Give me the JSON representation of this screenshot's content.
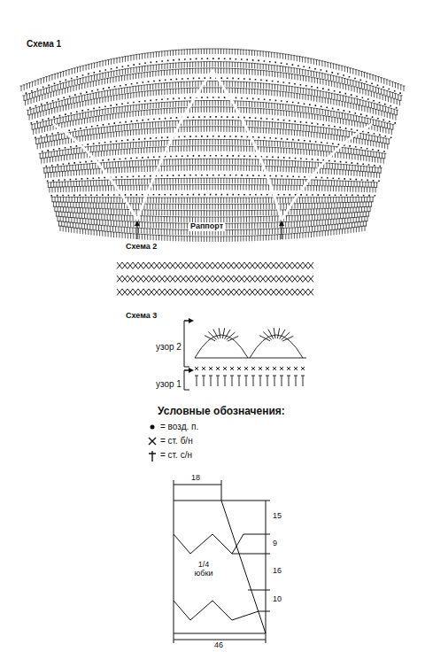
{
  "diagram": {
    "labels": [
      "Схема 1",
      "Раппорт",
      "Схема 2",
      "Схема 3",
      "узор 2",
      "узор 1",
      "Условные обозначения:",
      "18",
      "15",
      "9",
      "16",
      "10",
      "1/4 юбки",
      "46"
    ],
    "legend": [
      {
        "text": "= возд. п."
      },
      {
        "text": "= ст. б/н"
      },
      {
        "text": "= ст. с/н"
      }
    ]
  }
}
